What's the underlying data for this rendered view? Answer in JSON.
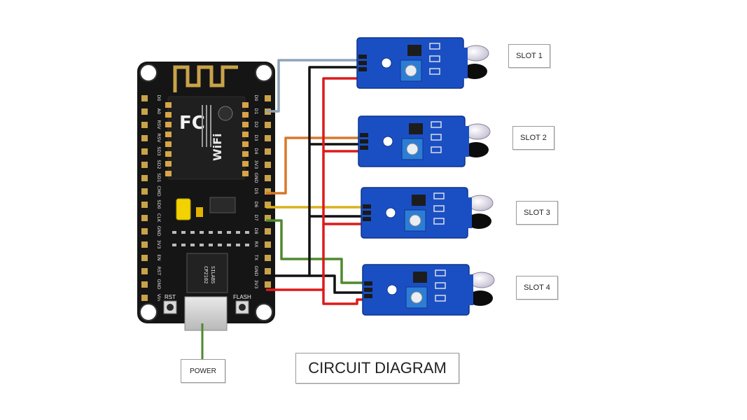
{
  "labels": {
    "title": "CIRCUIT DIAGRAM",
    "power": "POWER",
    "slots": [
      "SLOT 1",
      "SLOT 2",
      "SLOT 3",
      "SLOT 4"
    ]
  },
  "board": {
    "left_pins": [
      "D0",
      "A0",
      "RSV",
      "RSV",
      "SD3",
      "SD2",
      "SD1",
      "CMD",
      "SD0",
      "CLK",
      "GND",
      "3V3",
      "EN",
      "RST",
      "GND",
      "Vin"
    ],
    "right_pins": [
      "D0",
      "D1",
      "D2",
      "D3",
      "D4",
      "3V3",
      "GND",
      "D5",
      "D6",
      "D7",
      "D8",
      "RX",
      "TX",
      "GND",
      "3V3"
    ],
    "chip_text": [
      "SILABS",
      "CP2102"
    ],
    "rst_label": "RST",
    "flash_label": "FLASH"
  },
  "colors": {
    "board": "#151515",
    "sensor_pcb": "#1a4fc4",
    "wire_blue_grey": "#8fa3b8",
    "wire_orange": "#d8782a",
    "wire_yellow": "#d9b21c",
    "wire_green": "#4e8a2e",
    "wire_black": "#111111",
    "wire_red": "#dd1a1a"
  }
}
